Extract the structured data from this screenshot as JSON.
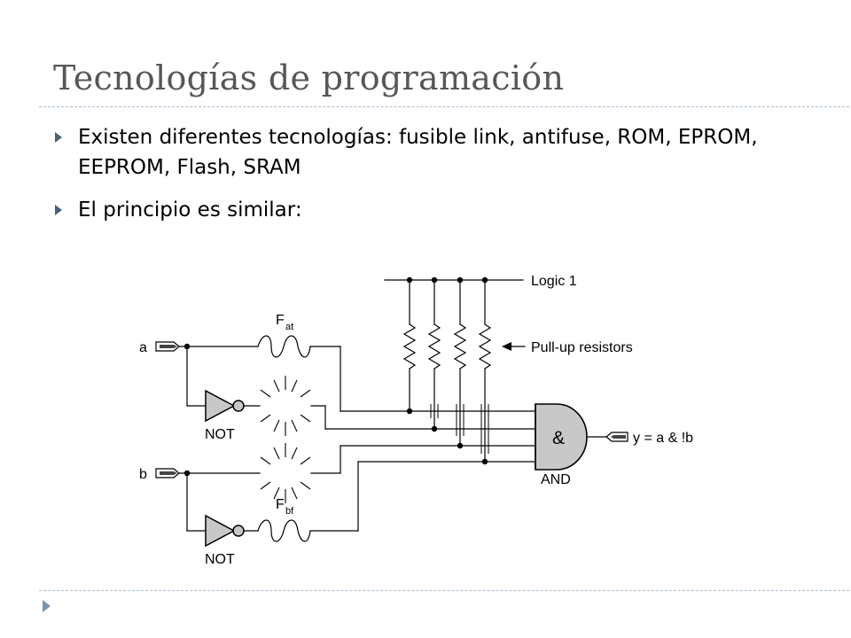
{
  "title": "Tecnologías de programación",
  "bullets": [
    "Existen diferentes tecnologías: fusible link, antifuse, ROM, EPROM, EEPROM, Flash, SRAM",
    "El principio es similar:"
  ],
  "diagram": {
    "label_logic1": "Logic 1",
    "label_pullup": "Pull-up resistors",
    "fuse_a_main": "F",
    "fuse_a_sub": "at",
    "fuse_b_main": "F",
    "fuse_b_sub": "bf",
    "input_a": "a",
    "input_b": "b",
    "not_gate_top": "NOT",
    "not_gate_bottom": "NOT",
    "and_symbol": "&",
    "and_gate": "AND",
    "output": "y = a & !b"
  }
}
